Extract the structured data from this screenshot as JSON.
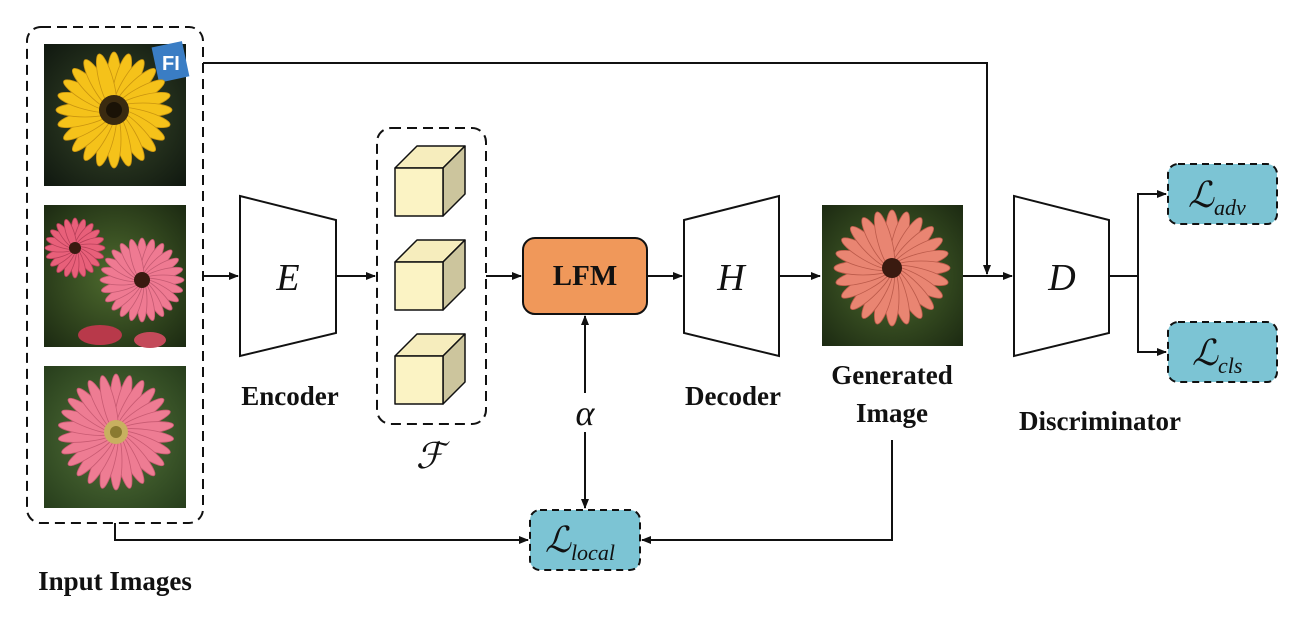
{
  "blocks": {
    "encoder": {
      "symbol": "E",
      "label": "Encoder"
    },
    "decoder": {
      "symbol": "H",
      "label": "Decoder"
    },
    "discriminator": {
      "symbol": "D",
      "label": "Discriminator"
    },
    "lfm": {
      "label": "LFM"
    }
  },
  "features": {
    "symbol": "ℱ"
  },
  "alpha": {
    "symbol": "α"
  },
  "input_images": {
    "label": "Input Images"
  },
  "generated_image": {
    "label_line1": "Generated",
    "label_line2": "Image"
  },
  "losses": {
    "adv": {
      "main": "ℒ",
      "sub": "adv"
    },
    "cls": {
      "main": "ℒ",
      "sub": "cls"
    },
    "local": {
      "main": "ℒ",
      "sub": "local"
    }
  },
  "colors": {
    "lfm_fill": "#f0985a",
    "loss_fill": "#7cc4d4",
    "cube_front": "#fbf3c4",
    "cube_top": "#f6edbd",
    "cube_side": "#ccc59d",
    "line": "#111111"
  },
  "icons": {
    "input_flowers": [
      "yellow-gerbera-photo",
      "pink-gerberas-photo",
      "pink-gerbera-photo"
    ],
    "generated_flower": "orange-pink-gerbera-photo",
    "features": "feature-cube-icon"
  }
}
